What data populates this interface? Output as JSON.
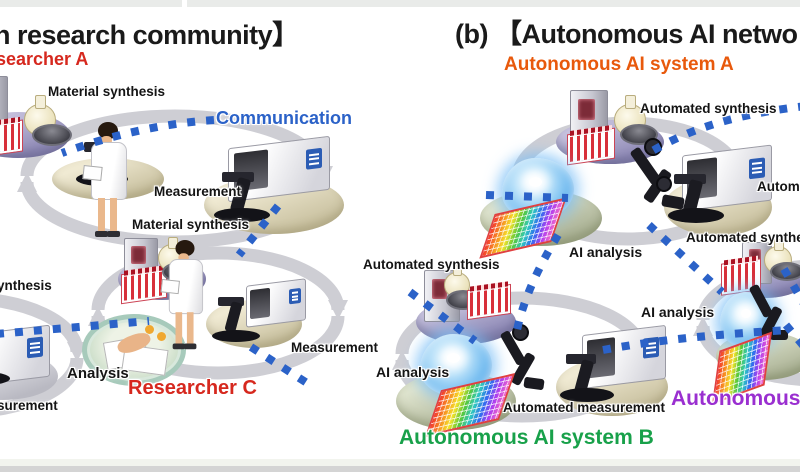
{
  "a": {
    "title_fragment": "n research community】",
    "communication_label": "Communication",
    "researcher_a_fragment": "searcher A",
    "researcher_c_label": "Researcher C",
    "cluster_a": {
      "synthesis_label": "Material synthesis",
      "measurement_label": "Measurement"
    },
    "cluster_c": {
      "synthesis_label": "Material synthesis",
      "measurement_label": "Measurement",
      "analysis_label": "Analysis"
    },
    "cluster_b": {
      "synthesis_fragment": "ynthesis",
      "measurement_fragment": "surement"
    }
  },
  "b": {
    "title_fragment": "(b) 【Autonomous AI netwo",
    "system_a": {
      "name_label": "Autonomous AI system A",
      "synthesis_label": "Automated synthesis",
      "measurement_fragment": "Autom",
      "analysis_label": "AI analysis"
    },
    "system_b": {
      "name_label": "Autonomous AI system B",
      "synthesis_label": "Automated synthesis",
      "measurement_label": "Automated measurement",
      "analysis_label": "AI analysis"
    },
    "system_c": {
      "name_fragment": "Autonomous",
      "synthesis_fragment": "Automated synthe",
      "analysis_label": "AI analysis"
    }
  },
  "colors": {
    "communication_blue": "#2b62c8",
    "researcher_red": "#d6281e",
    "system_a_orange": "#e8590c",
    "system_b_green": "#18a14a",
    "system_c_purple": "#9a2fd0",
    "cycle_arrow_gray": "#c9c9d0"
  }
}
